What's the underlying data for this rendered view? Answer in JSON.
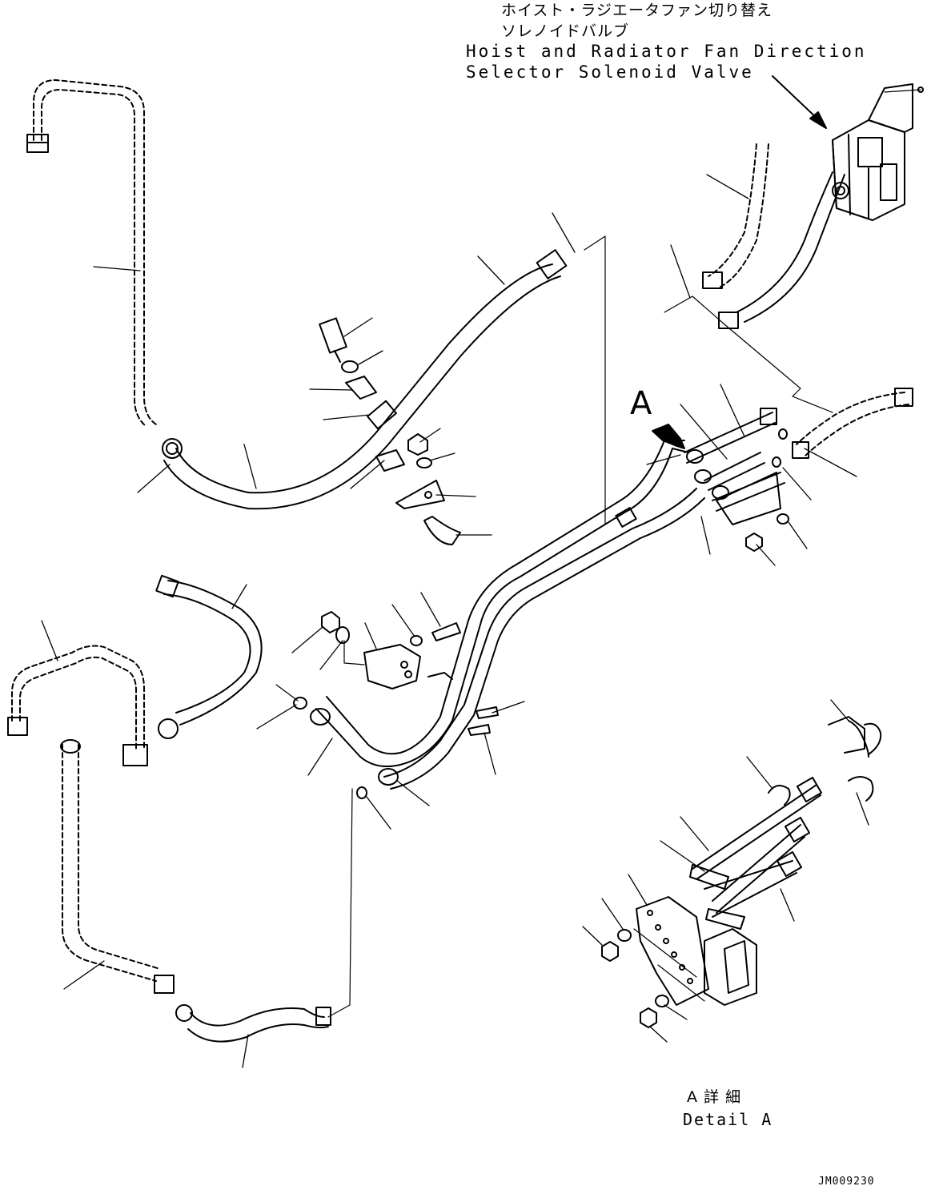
{
  "title": {
    "jp_line1": "ホイスト・ラジエータファン切り替え",
    "jp_line2": "ソレノイドバルブ",
    "en_line1": "Hoist and Radiator Fan Direction",
    "en_line2": "Selector Solenoid Valve"
  },
  "view_marker": "A",
  "detail": {
    "jp": "A 詳 細",
    "en": "Detail A"
  },
  "drawing_id": "JM009230"
}
